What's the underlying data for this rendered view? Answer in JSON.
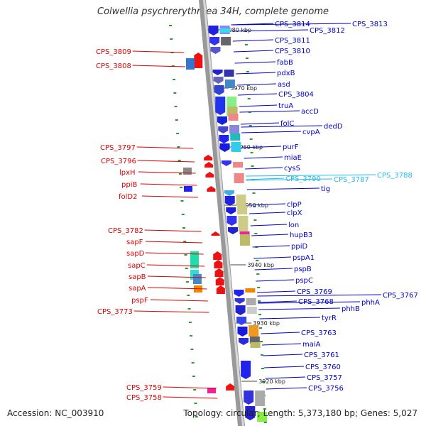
{
  "title": "Colwellia psychrerythraea 34H, complete genome",
  "accession": "Accession: NC_003910",
  "summary": "Topology: circular; Length: 5,373,180 bp; Genes: 5,027",
  "colors": {
    "forward_label": "#0000cc",
    "reverse_label": "#dd0000",
    "highlight_label": "#22bbee",
    "backbone": "#999999",
    "marker": "#2a9a2a"
  },
  "kbp_ticks": [
    "3980 kbp",
    "3970 kbp",
    "3960 kbp",
    "3950 kbp",
    "3940 kbp",
    "3930 kbp",
    "3920 kbp"
  ],
  "forward_genes": [
    "CPS_3814",
    "CPS_3813",
    "CPS_3812",
    "CPS_3811",
    "CPS_3810",
    "fabB",
    "pdxB",
    "asd",
    "CPS_3804",
    "truA",
    "accD",
    "folC",
    "dedD",
    "cvpA",
    "purF",
    "miaE",
    "cysS",
    "CPS_3790",
    "CPS_3787",
    "CPS_3788",
    "tig",
    "clpP",
    "clpX",
    "lon",
    "hupB3",
    "ppiD",
    "pspA1",
    "pspB",
    "pspC",
    "CPS_3769",
    "CPS_3768",
    "CPS_3767",
    "phhA",
    "phhB",
    "tyrR",
    "CPS_3763",
    "maiA",
    "CPS_3761",
    "CPS_3760",
    "CPS_3757",
    "CPS_3756"
  ],
  "reverse_genes": [
    "CPS_3809",
    "CPS_3808",
    "CPS_3797",
    "CPS_3796",
    "lpxH",
    "ppiB",
    "folD2",
    "CPS_3782",
    "sapF",
    "sapD",
    "sapC",
    "sapB",
    "sapA",
    "pspF",
    "CPS_3773",
    "CPS_3759",
    "CPS_3758"
  ],
  "highlighted_genes": [
    "CPS_3790",
    "CPS_3787",
    "CPS_3788"
  ]
}
